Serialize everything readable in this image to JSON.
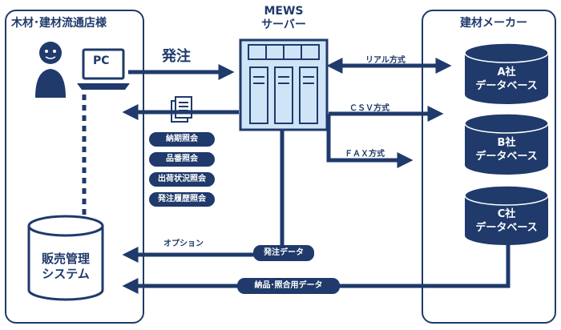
{
  "left_panel": {
    "title": "木材･建材流通店様"
  },
  "right_panel": {
    "title": "建材メーカー"
  },
  "server": {
    "title_line1": "MEWS",
    "title_line2": "サーバー"
  },
  "pc": {
    "label": "PC"
  },
  "order_label": "発注",
  "inquiries": [
    "納期照会",
    "品番照会",
    "出荷状況照会",
    "発注履歴照会"
  ],
  "connections": {
    "realtime": "リアル方式",
    "csv": "ＣＳＶ方式",
    "fax": "ＦＡＸ方式"
  },
  "makers": [
    {
      "name": "A社",
      "sub": "データベース"
    },
    {
      "name": "B社",
      "sub": "データベース"
    },
    {
      "name": "C社",
      "sub": "データベース"
    }
  ],
  "sales_system": {
    "line1": "販売管理",
    "line2": "システム"
  },
  "option_label": "オプション",
  "order_data_label": "発注データ",
  "delivery_data_label": "納品･照合用データ",
  "colors": {
    "navy": "#1f3a6b",
    "server_fill": "#cfe5f7",
    "arrow": "#1f3a6b"
  }
}
